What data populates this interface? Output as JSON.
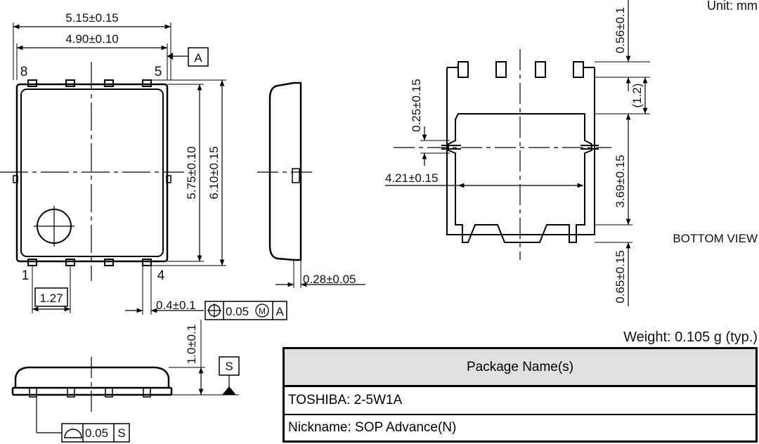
{
  "unit_label": "Unit: mm",
  "weight_label": "Weight: 0.105 g (typ.)",
  "view_label": "BOTTOM VIEW",
  "datum_a": "A",
  "datum_s": "S",
  "pins": {
    "p8": "8",
    "p5": "5",
    "p1": "1",
    "p4": "4"
  },
  "dimensions": {
    "overall_width": "5.15±0.15",
    "body_width": "4.90±0.10",
    "body_length": "5.75±0.10",
    "overall_length": "6.10±0.15",
    "pitch": "1.27",
    "lead_width": "0.4±0.1",
    "position_tol": "0.05",
    "mmc_symbol": "M",
    "side_thickness": "0.28±0.05",
    "height": "1.0±0.1",
    "coplanarity": "0.05",
    "bottom_lead_len": "0.56±0.1",
    "bottom_ref": "(1.2)",
    "tab_height": "0.25±0.15",
    "pad_width": "4.21±0.15",
    "pad_length": "3.69±0.15",
    "bottom_edge": "0.65±0.15"
  },
  "table": {
    "header": "Package Name(s)",
    "row1": "TOSHIBA: 2-5W1A",
    "row2": "Nickname: SOP Advance(N)"
  }
}
